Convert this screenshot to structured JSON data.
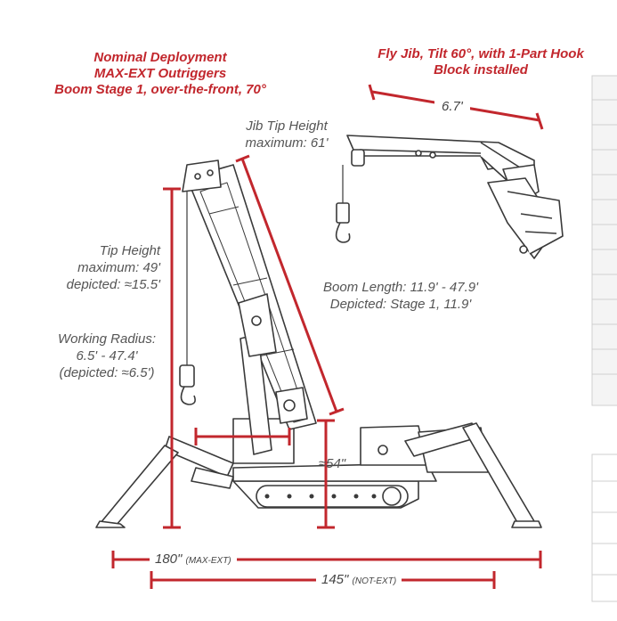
{
  "titles": {
    "deployment": [
      "Nominal Deployment",
      "MAX-EXT Outriggers",
      "Boom Stage 1, over-the-front, 70°"
    ],
    "jib": [
      "Fly Jib, Tilt 60°, with 1-Part Hook",
      "Block installed"
    ]
  },
  "labels": {
    "jib_span": "6.7'",
    "jib_tip": [
      "Jib Tip Height",
      "maximum: 61'"
    ],
    "tip_height": [
      "Tip Height",
      "maximum: 49'",
      "depicted: ≈15.5'"
    ],
    "working_radius": [
      "Working Radius:",
      "6.5' - 47.4'",
      "(depicted: ≈6.5')"
    ],
    "boom_length": [
      "Boom Length: 11.9' - 47.9'",
      "Depicted: Stage 1, 11.9'"
    ],
    "pivot_height": "≈54\"",
    "width_max": {
      "value": "180\"",
      "note": "(MAX-EXT)"
    },
    "width_not": {
      "value": "145\"",
      "note": "(NOT-EXT)"
    }
  },
  "colors": {
    "accent_red": "#c2272d",
    "label_gray": "#555555",
    "line_art": "#3a3a3a"
  }
}
